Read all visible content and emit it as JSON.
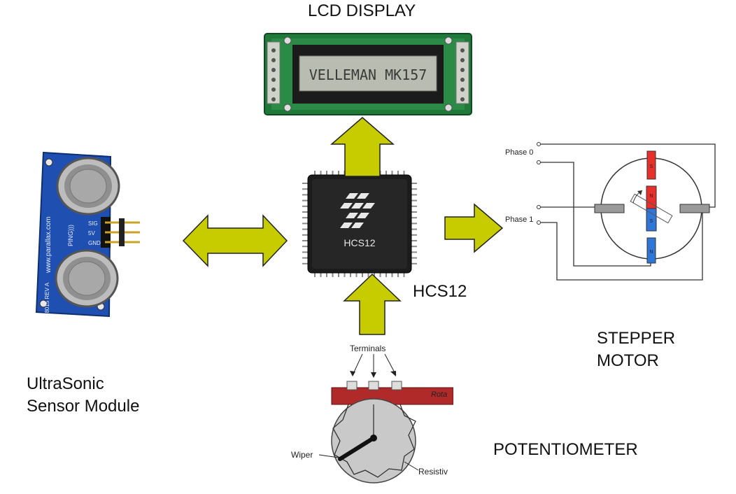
{
  "labels": {
    "lcd": "LCD DISPLAY",
    "hcs12": "HCS12",
    "stepper": [
      "STEPPER",
      "MOTOR"
    ],
    "ultrasonic": [
      "UltraSonic",
      "Sensor Module"
    ],
    "potentiometer": "POTENTIOMETER"
  },
  "lcd_screen_text": "VELLEMAN MK157",
  "chip_text": "HCS12",
  "sensor_board": {
    "side_text": "www.parallax.com",
    "model_text": "PING)))",
    "pins": [
      "SIG",
      "5V",
      "GND"
    ],
    "rev_text": "28015 REV A"
  },
  "stepper_diagram": {
    "phase0": "Phase 0",
    "phase1": "Phase 1",
    "pole_top": "S",
    "pole_bottom": "N",
    "rotor_top": "N",
    "rotor_bottom": "S"
  },
  "pot_diagram": {
    "terminals": "Terminals",
    "wiper": "Wiper",
    "resistive": "Resistiv",
    "rotation": "Rota"
  },
  "colors": {
    "arrow_fill": "#c6cc00",
    "arrow_stroke": "#222222",
    "pcb_green": "#1f7a3a",
    "lcd_screen": "#b9bcb0",
    "sensor_blue": "#1f4fb0",
    "pot_red": "#b02a2a",
    "pot_body": "#c9c9c9",
    "motor_red": "#e8302a",
    "motor_blue": "#2f76d6"
  }
}
